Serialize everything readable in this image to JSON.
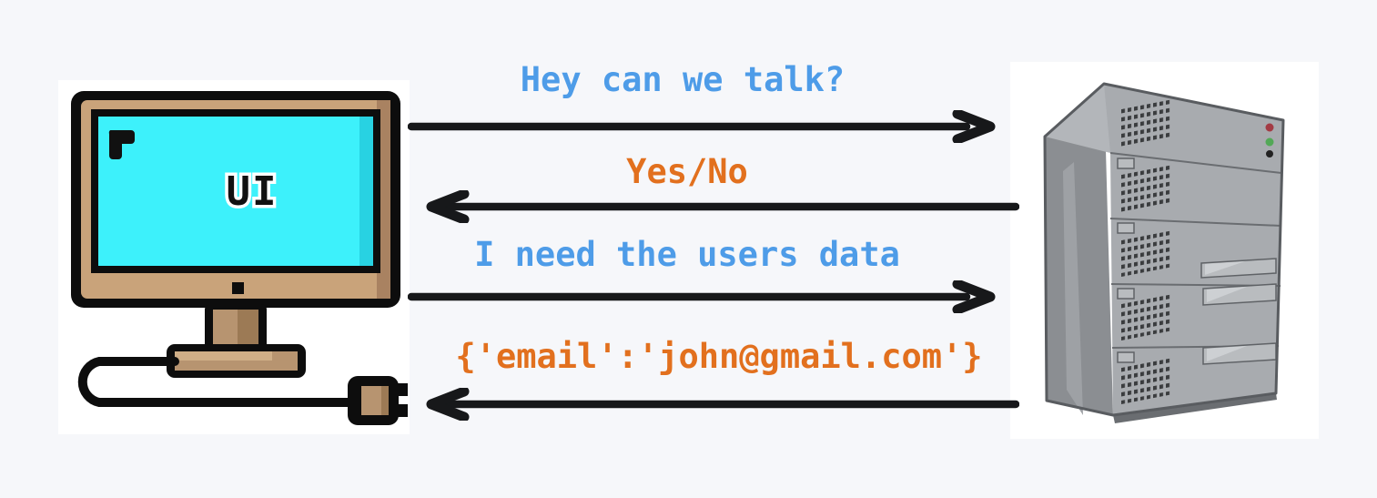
{
  "diagram": {
    "title": "UI to server request-response diagram",
    "client": {
      "label": "UI",
      "icon": "computer-monitor"
    },
    "server": {
      "icon": "server-tower"
    },
    "messages": [
      {
        "text": "Hey can we talk?",
        "color": "#4e9ce8",
        "direction": "right",
        "from": "client",
        "to": "server"
      },
      {
        "text": "Yes/No",
        "color": "#e2701e",
        "direction": "left",
        "from": "server",
        "to": "client"
      },
      {
        "text": "I need the users data",
        "color": "#4e9ce8",
        "direction": "right",
        "from": "client",
        "to": "server"
      },
      {
        "text": "{'email':'john@gmail.com'}",
        "color": "#e2701e",
        "direction": "left",
        "from": "server",
        "to": "client"
      }
    ],
    "colors": {
      "background": "#f6f7fa",
      "card": "#ffffff",
      "arrow": "#17181a",
      "blue_text": "#4e9ce8",
      "orange_text": "#e2701e",
      "screen_cyan": "#3df1fb",
      "bezel_tan": "#c9a37a",
      "server_gray": "#a8abaf",
      "led_red": "#a33b44",
      "led_green": "#53a857"
    }
  }
}
